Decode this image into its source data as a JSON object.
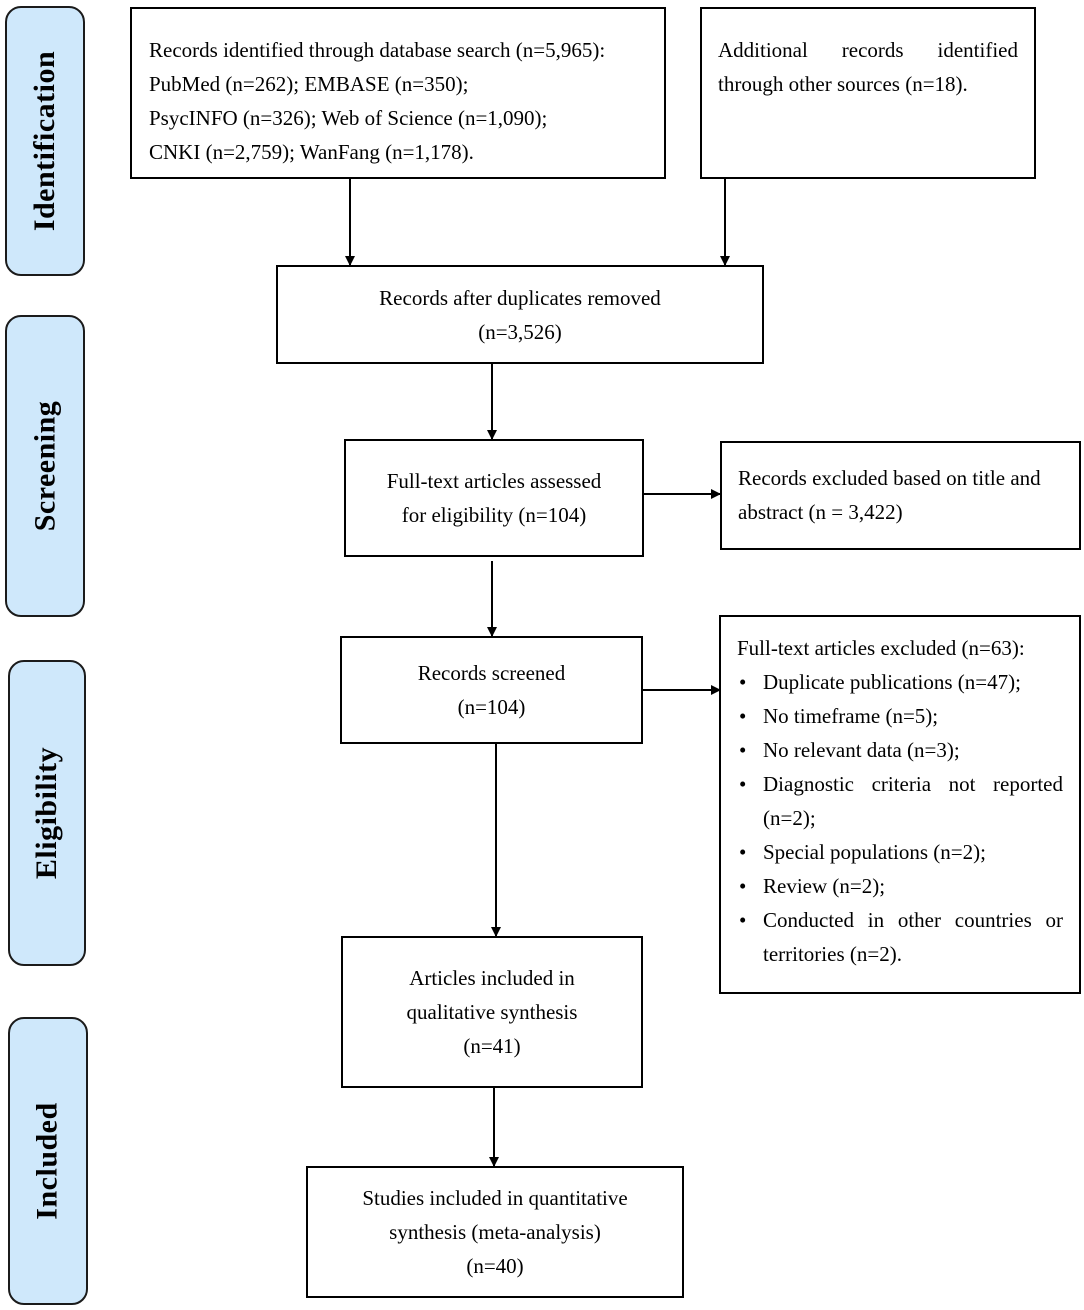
{
  "phases": {
    "identification": "Identification",
    "screening": "Screening",
    "eligibility": "Eligibility",
    "included": "Included"
  },
  "boxes": {
    "database_search": [
      "Records identified through database search (n=5,965):",
      "PubMed (n=262); EMBASE (n=350);",
      "PsycINFO (n=326); Web of Science (n=1,090);",
      "CNKI (n=2,759); WanFang (n=1,178)."
    ],
    "other_sources": "Additional records identified through other sources (n=18).",
    "duplicates_removed": [
      "Records after duplicates removed",
      "(n=3,526)"
    ],
    "fulltext_assessed": [
      "Full-text articles assessed",
      "for eligibility (n=104)"
    ],
    "excluded_title_abstract": "Records excluded based on title and abstract (n = 3,422)",
    "records_screened": [
      "Records screened",
      "(n=104)"
    ],
    "fulltext_excluded": {
      "heading": "Full-text articles excluded (n=63):",
      "items": [
        "Duplicate publications (n=47);",
        "No timeframe (n=5);",
        "No relevant data (n=3);",
        "Diagnostic criteria not reported (n=2);",
        "Special populations (n=2);",
        "Review (n=2);",
        "Conducted in other countries or territories (n=2)."
      ]
    },
    "qualitative": [
      "Articles included in",
      "qualitative synthesis",
      "(n=41)"
    ],
    "quantitative": [
      "Studies included in quantitative",
      "synthesis (meta-analysis)",
      "(n=40)"
    ]
  }
}
